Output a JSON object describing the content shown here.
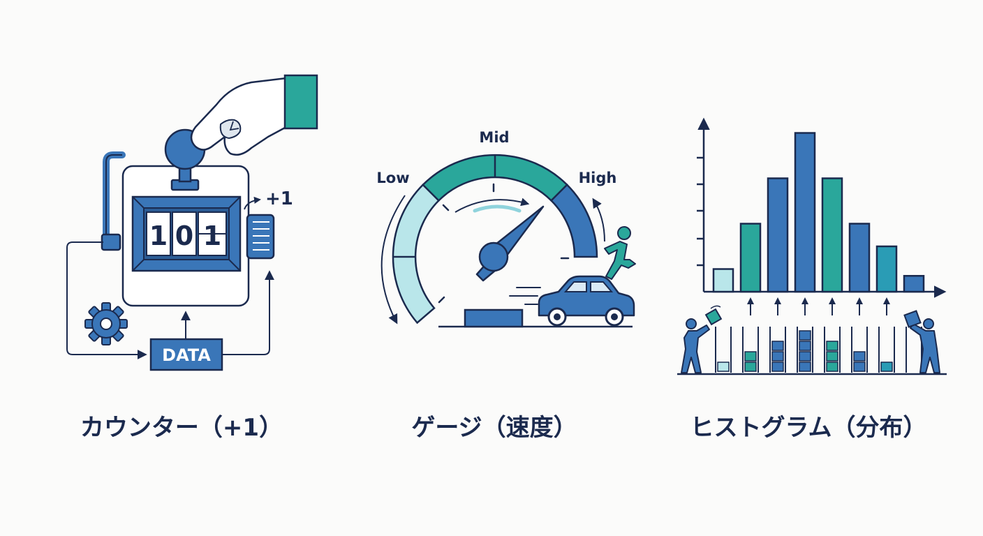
{
  "colors": {
    "navy": "#1b2a4e",
    "blue": "#3a76b8",
    "teal": "#2aa79b",
    "light_teal": "#8fd3dc",
    "background": "#fbfbfa"
  },
  "counter": {
    "display": [
      "1",
      "0",
      "1"
    ],
    "increment_label": "+1",
    "data_label": "DATA",
    "caption": "カウンター（+1）",
    "icons": [
      "hand-icon",
      "gear-icon",
      "knob-icon"
    ]
  },
  "gauge": {
    "label_low": "Low",
    "label_mid": "Mid",
    "label_high": "High",
    "caption": "ゲージ（速度）",
    "icons": [
      "car-icon",
      "runner-icon"
    ]
  },
  "histogram": {
    "caption": "ヒストグラム（分布）",
    "bin_values": [
      1,
      3,
      5,
      7,
      5,
      3,
      2,
      0.7
    ],
    "bin_colors": [
      "#b9e6ea",
      "#2aa79b",
      "#3a76b8",
      "#3a76b8",
      "#2aa79b",
      "#3a76b8",
      "#2a9cb5",
      "#3a76b8"
    ],
    "icons": [
      "person-icon",
      "person-icon",
      "box-icon"
    ]
  }
}
